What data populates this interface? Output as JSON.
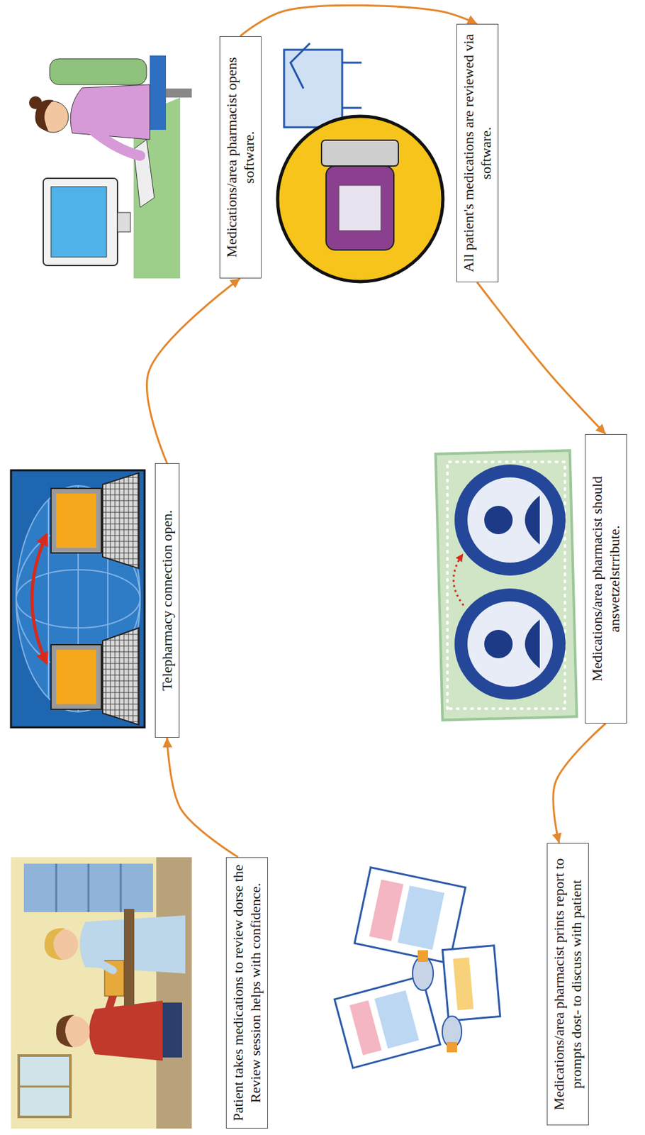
{
  "diagram": {
    "nodes": [
      {
        "text": [
          "Patient takes medications to review dorse the Review session helps with confidence."
        ]
      },
      {
        "text": [
          "Telepharmacy connection open."
        ]
      },
      {
        "text": [
          "Medications/area pharmacist opens software."
        ]
      },
      {
        "text": [
          "All patient's medications are reviewed via software."
        ]
      },
      {
        "text": [
          "Medications/area pharmacist should answetzelstrribute."
        ]
      },
      {
        "text": [
          "Medications/area pharmacist prints report to prompts dost- to discuss with patient"
        ]
      }
    ],
    "edges": [
      {
        "from": 0,
        "to": 1,
        "arrow": "to"
      },
      {
        "from": 1,
        "to": 2,
        "arrow": "to"
      },
      {
        "from": 2,
        "to": 3,
        "arrow": "to"
      },
      {
        "from": 3,
        "to": 4,
        "arrow": "to"
      },
      {
        "from": 4,
        "to": 5,
        "arrow": "to"
      }
    ]
  }
}
